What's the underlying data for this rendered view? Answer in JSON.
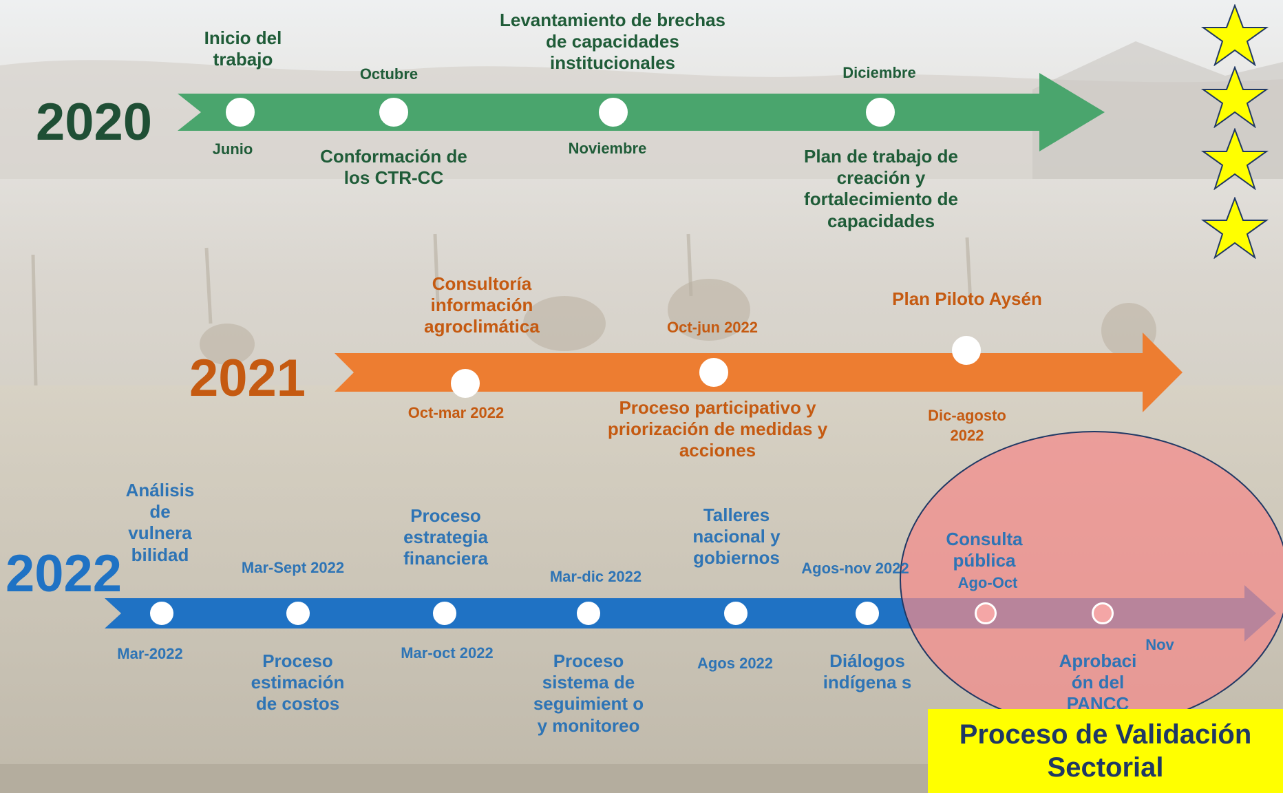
{
  "colors": {
    "green": "#4aa56d",
    "green_text": "#1f5c38",
    "orange": "#ed7d31",
    "orange_text": "#c55a11",
    "blue": "#1f72c4",
    "blue_text": "#2e74b5",
    "highlight_circle": "#f4a6a6",
    "validation_box": "#ffff00"
  },
  "timeline_2020": {
    "year": "2020",
    "events": [
      {
        "title": "Inicio del trabajo",
        "date": "Junio"
      },
      {
        "title": "Conformación de los CTR-CC",
        "date": "Octubre"
      },
      {
        "title": "Levantamiento de brechas de capacidades institucionales",
        "date": "Noviembre"
      },
      {
        "title": "Plan de trabajo de creación y fortalecimiento de capacidades",
        "date": "Diciembre"
      }
    ]
  },
  "timeline_2021": {
    "year": "2021",
    "events": [
      {
        "title": "Consultoría información agroclimática",
        "date": "Oct-mar 2022"
      },
      {
        "title": "Proceso participativo y priorización de medidas y acciones",
        "date": "Oct-jun 2022"
      },
      {
        "title": "Plan Piloto Aysén",
        "date": "Dic-agosto 2022"
      }
    ]
  },
  "timeline_2022": {
    "year": "2022",
    "events": [
      {
        "title": "Análisis de vulnera bilidad",
        "date": "Mar-2022"
      },
      {
        "title": "Proceso estimación de costos",
        "date": "Mar-Sept 2022"
      },
      {
        "title": "Proceso estrategia financiera",
        "date": "Mar-oct 2022"
      },
      {
        "title": "Proceso sistema de seguimient o y monitoreo",
        "date": "Mar-dic 2022"
      },
      {
        "title": "Talleres nacional y gobiernos",
        "date": "Agos 2022"
      },
      {
        "title": "Diálogos indígena s",
        "date": "Agos-nov 2022"
      },
      {
        "title": "Consulta pública",
        "date": "Ago-Oct"
      },
      {
        "title": "Aprobaci ón del PANCC",
        "date": "Nov"
      }
    ]
  },
  "validation_label": "Proceso de Validación Sectorial",
  "decorations": {
    "star_count": 4,
    "star_color": "#ffff00"
  }
}
